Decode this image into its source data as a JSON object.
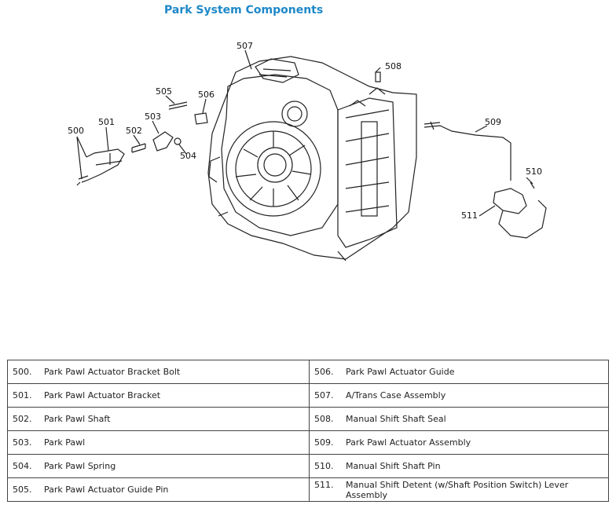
{
  "title": "Park System Components",
  "callouts": [
    "500",
    "501",
    "502",
    "503",
    "504",
    "505",
    "506",
    "507",
    "508",
    "509",
    "510",
    "511"
  ],
  "legend": [
    [
      {
        "num": "500.",
        "text": "Park Pawl Actuator Bracket Bolt"
      },
      {
        "num": "506.",
        "text": "Park Pawl Actuator Guide"
      }
    ],
    [
      {
        "num": "501.",
        "text": "Park Pawl Actuator Bracket"
      },
      {
        "num": "507.",
        "text": "A/Trans Case Assembly"
      }
    ],
    [
      {
        "num": "502.",
        "text": "Park Pawl Shaft"
      },
      {
        "num": "508.",
        "text": "Manual Shift Shaft Seal"
      }
    ],
    [
      {
        "num": "503.",
        "text": "Park Pawl"
      },
      {
        "num": "509.",
        "text": "Park Pawl Actuator Assembly"
      }
    ],
    [
      {
        "num": "504.",
        "text": "Park Pawl Spring"
      },
      {
        "num": "510.",
        "text": "Manual Shift Shaft Pin"
      }
    ],
    [
      {
        "num": "505.",
        "text": "Park Pawl Actuator Guide Pin"
      },
      {
        "num": "511.",
        "text": "Manual Shift Detent (w/Shaft Position Switch) Lever Assembly"
      }
    ]
  ]
}
